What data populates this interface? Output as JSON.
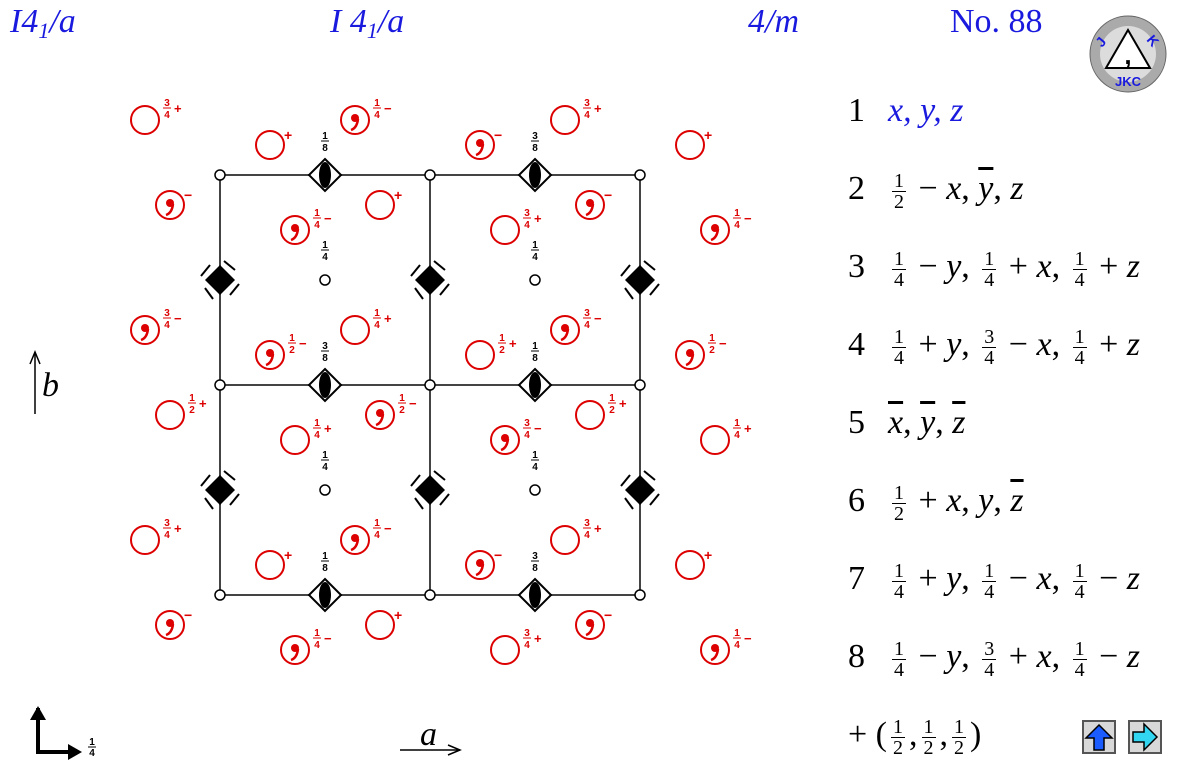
{
  "header": {
    "short_symbol": "I4",
    "short_sub": "1",
    "short_tail": "/a",
    "full_symbol": "I 4",
    "full_sub": "1",
    "full_tail": "/a",
    "point_group": "4/m",
    "number": "No. 88"
  },
  "axes": {
    "a": "a",
    "b": "b",
    "corner_height": "1/4"
  },
  "translation": "+ (1/2, 1/2, 1/2)",
  "symmetry_operations": [
    {
      "num": "1",
      "text": "x, y, z"
    },
    {
      "num": "2",
      "text": "1/2 − x, −y, z"
    },
    {
      "num": "3",
      "text": "1/4 − y, 1/4 + x, 1/4 + z"
    },
    {
      "num": "4",
      "text": "1/4 + y, 3/4 − x, 1/4 + z"
    },
    {
      "num": "5",
      "text": "−x, −y, −z"
    },
    {
      "num": "6",
      "text": "1/2 + x, y, −z"
    },
    {
      "num": "7",
      "text": "1/4 + y, 1/4 − x, 1/4 − z"
    },
    {
      "num": "8",
      "text": "1/4 − y, 3/4 + x, 1/4 − z"
    }
  ],
  "heights": {
    "h18": "1/8",
    "h38": "3/8",
    "h14": "1/4"
  },
  "labels": {
    "p": "+",
    "m": "−",
    "q34p": "3/4+",
    "q14m": "1/4−",
    "q34m": "3/4−",
    "q14p": "1/4+",
    "h12m": "1/2−",
    "h12p": "1/2+"
  },
  "logo_text": "JKC",
  "colors": {
    "header": "#1a1adf",
    "symbols": "#dd0000",
    "diagram": "#000000",
    "nav_up": "#1a5cff",
    "nav_next": "#33d6f0"
  }
}
